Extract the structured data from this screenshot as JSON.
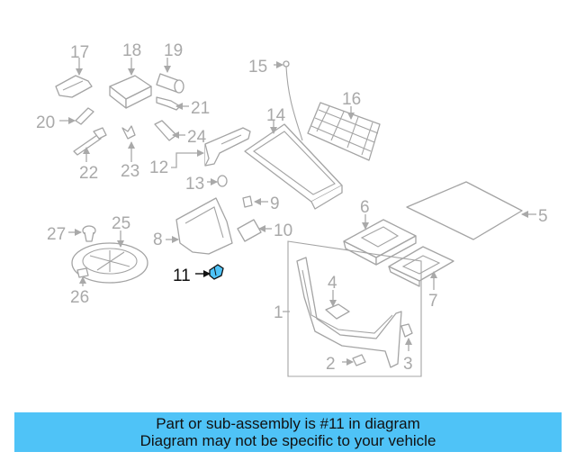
{
  "diagram": {
    "highlight_color": "#4fc3f7",
    "highlighted_part": "11",
    "callouts": [
      "1",
      "2",
      "3",
      "4",
      "5",
      "6",
      "7",
      "8",
      "9",
      "10",
      "11",
      "12",
      "13",
      "14",
      "15",
      "16",
      "17",
      "18",
      "19",
      "20",
      "21",
      "22",
      "23",
      "24",
      "25",
      "26",
      "27"
    ]
  },
  "banner": {
    "background": "#4fc3f7",
    "line1": "Part or sub-assembly is #11 in diagram",
    "line2": "Diagram may not be specific to your vehicle"
  }
}
